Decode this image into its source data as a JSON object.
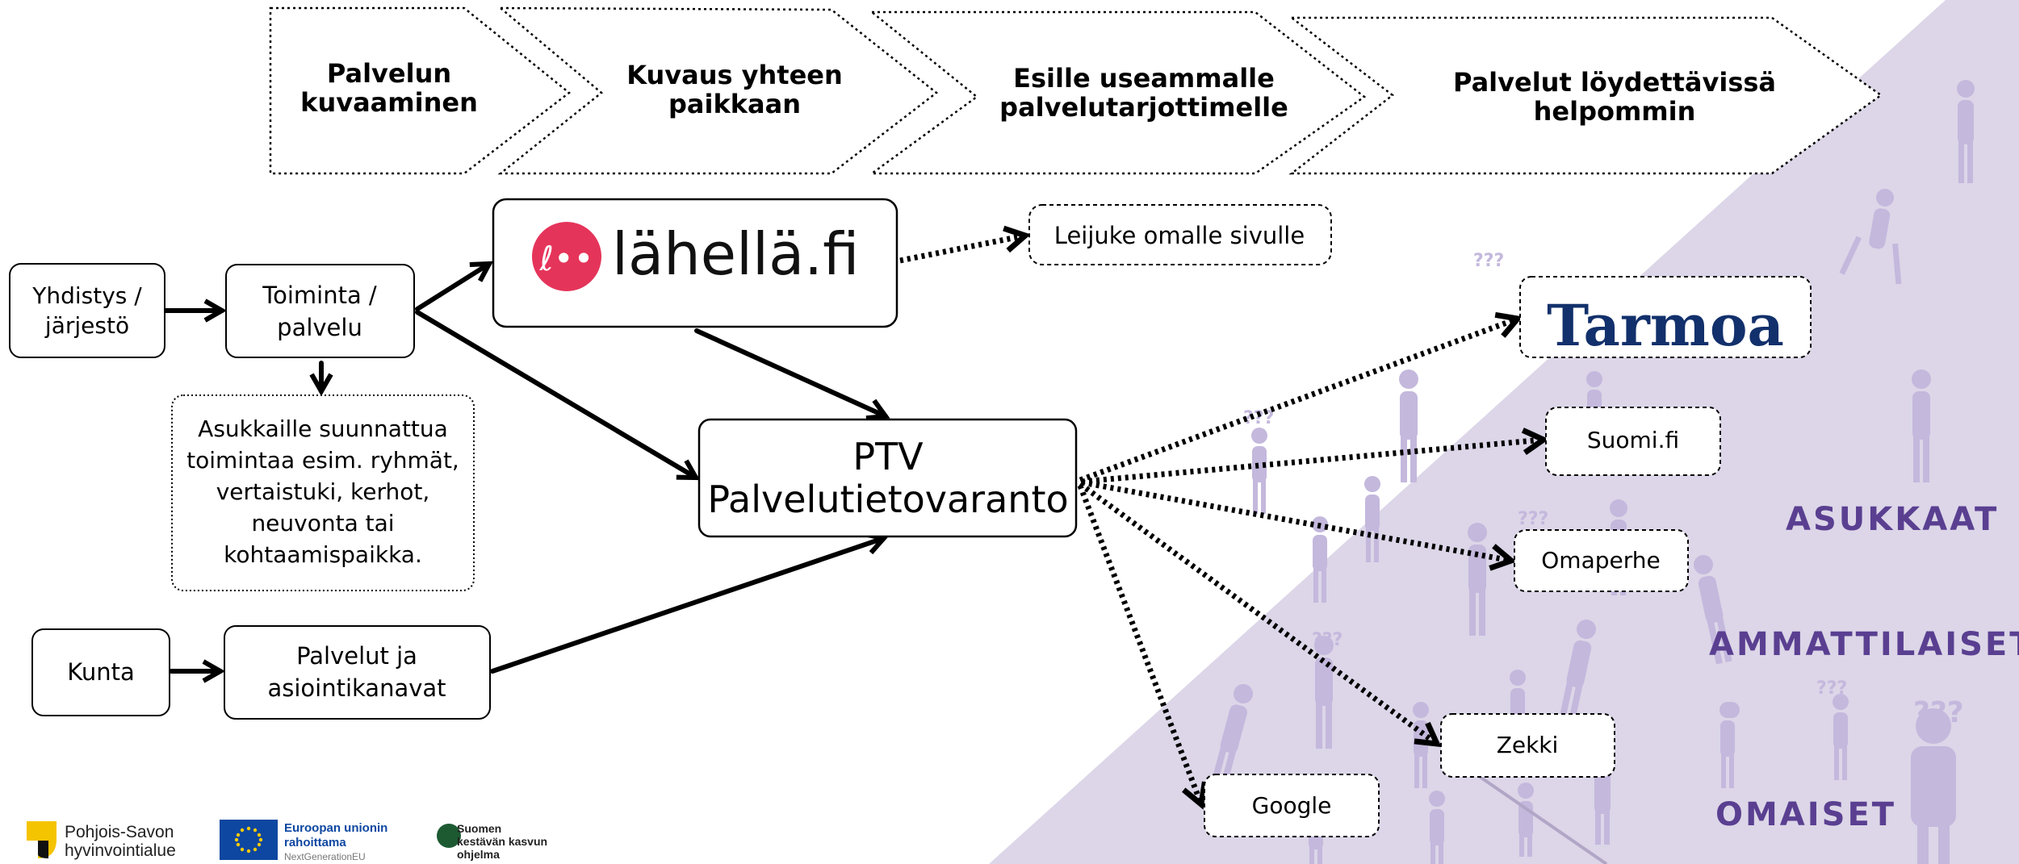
{
  "steps": [
    {
      "line1": "Palvelun",
      "line2": "kuvaaminen"
    },
    {
      "line1": "Kuvaus yhteen",
      "line2": "paikkaan"
    },
    {
      "line1": "Esille useammalle",
      "line2": "palvelutarjottimelle"
    },
    {
      "line1": "Palvelut löydettävissä",
      "line2": "helpommin"
    }
  ],
  "nodes": {
    "yhdistys": {
      "line1": "Yhdistys /",
      "line2": "järjestö"
    },
    "toiminta": {
      "line1": "Toiminta /",
      "line2": "palvelu"
    },
    "asukkaille": {
      "lines": [
        "Asukkaille suunnattua",
        "toimintaa esim. ryhmät,",
        "vertaistuki, kerhot,",
        "neuvonta tai",
        "kohtaamispaikka."
      ]
    },
    "kunta": {
      "label": "Kunta"
    },
    "palvelut": {
      "line1": "Palvelut ja",
      "line2": "asiointikanavat"
    },
    "lahella": {
      "label": "lähellä.fi",
      "logo_glyph": "ℓ••"
    },
    "leijuke": {
      "label": "Leijuke omalle sivulle"
    },
    "ptv": {
      "line1": "PTV",
      "line2": "Palvelutietovaranto"
    }
  },
  "targets": {
    "tarmoa": "Tarmoa",
    "suomifi": "Suomi.fi",
    "omaperhe": "Omaperhe",
    "zekki": "Zekki",
    "google": "Google"
  },
  "audiences": [
    "ASUKKAAT",
    "AMMATTILAISET",
    "OMAISET"
  ],
  "footer": {
    "pohjois_savo": {
      "line1": "Pohjois-Savon",
      "line2": "hyvinvointialue"
    },
    "eu": {
      "line1": "Euroopan unionin",
      "line2": "rahoittama",
      "line3": "NextGenerationEU"
    },
    "suomen": {
      "line1": "Suomen",
      "line2": "kestävän kasvun",
      "line3": "ohjelma"
    }
  },
  "colors": {
    "purple_bg": "#dcd6e8",
    "audience_text": "#5a3f91",
    "lahella_pink": "#e5345a",
    "tarmoa_blue": "#12306b",
    "eu_blue": "#0e47a1",
    "eu_star": "#ffcc00"
  }
}
